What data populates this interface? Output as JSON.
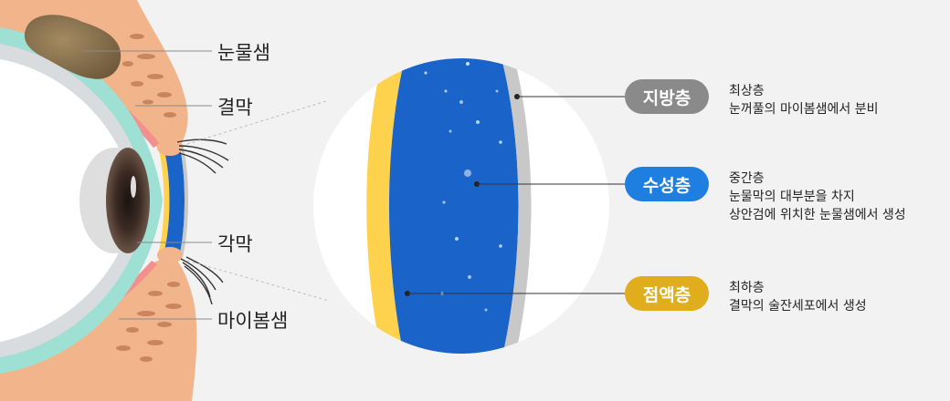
{
  "eye_labels": {
    "lacrimal_gland": "눈물샘",
    "conjunctiva": "결막",
    "cornea": "각막",
    "meibomian_gland": "마이봄샘"
  },
  "layers": [
    {
      "name": "지방층",
      "color": "#8a8a8a",
      "lines": [
        "최상층",
        "눈꺼풀의 마이봄샘에서 분비"
      ]
    },
    {
      "name": "수성층",
      "color": "#1f7fe0",
      "lines": [
        "중간층",
        "눈물막의 대부분을 차지",
        "상안검에 위치한 눈물샘에서 생성"
      ]
    },
    {
      "name": "점액층",
      "color": "#e0ad1d",
      "lines": [
        "최하층",
        "결막의 술잔세포에서 생성"
      ]
    }
  ],
  "colors": {
    "background": "#f2f2f2",
    "lipid_layer": "#c8c8c8",
    "aqueous_layer": "#1a63c9",
    "mucin_layer": "#ffd24d",
    "eyelid_skin": "#f2b48a",
    "sclera_outline": "#9fe0d4"
  }
}
